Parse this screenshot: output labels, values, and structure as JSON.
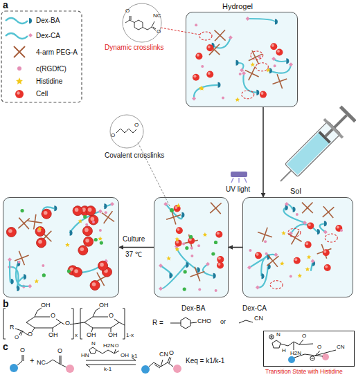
{
  "diagram": {
    "nodes": [
      {
        "text": [
          "Hydrogel"
        ]
      },
      {
        "text": [
          "Sol"
        ]
      },
      {
        "text": [
          "Covalent crosslinks"
        ]
      },
      {
        "text": []
      },
      {
        "text": [
          "Transition State with Histidine"
        ]
      }
    ],
    "edges": [
      {
        "from": 0,
        "to": 1,
        "arrow": "to"
      },
      {
        "from": 1,
        "to": 2,
        "label": "UV light",
        "arrow": "to"
      },
      {
        "from": 2,
        "to": 3,
        "label": "Culture",
        "arrow": "to"
      }
    ],
    "labels": [
      "a",
      "O",
      "O",
      "NC",
      "Dynamic crosslinks",
      "O",
      "O",
      "37 ℃",
      "b",
      "OH",
      "O",
      "OH",
      "O",
      "R",
      "O",
      "O",
      "OH",
      "O",
      "OH",
      "OH",
      "x",
      "1-x",
      "Dex-BA",
      "Dex-CA",
      "R =",
      "CHO",
      "or",
      "CN",
      "c",
      "O",
      "+",
      "NC",
      "O",
      "N",
      "HN",
      "H2N",
      "OH",
      "O",
      "k1",
      "k-1",
      "CN",
      "O",
      "Keq = k1/k-1",
      "N",
      "H",
      "H2N",
      "O",
      "O",
      "CN"
    ],
    "legend": [
      {
        "text": "Dex-BA"
      },
      {
        "text": "Dex-CA"
      },
      {
        "text": "4-arm PEG-A"
      },
      {
        "text": "c(RGDfC)"
      },
      {
        "text": "Histidine"
      },
      {
        "text": "Cell"
      }
    ]
  }
}
